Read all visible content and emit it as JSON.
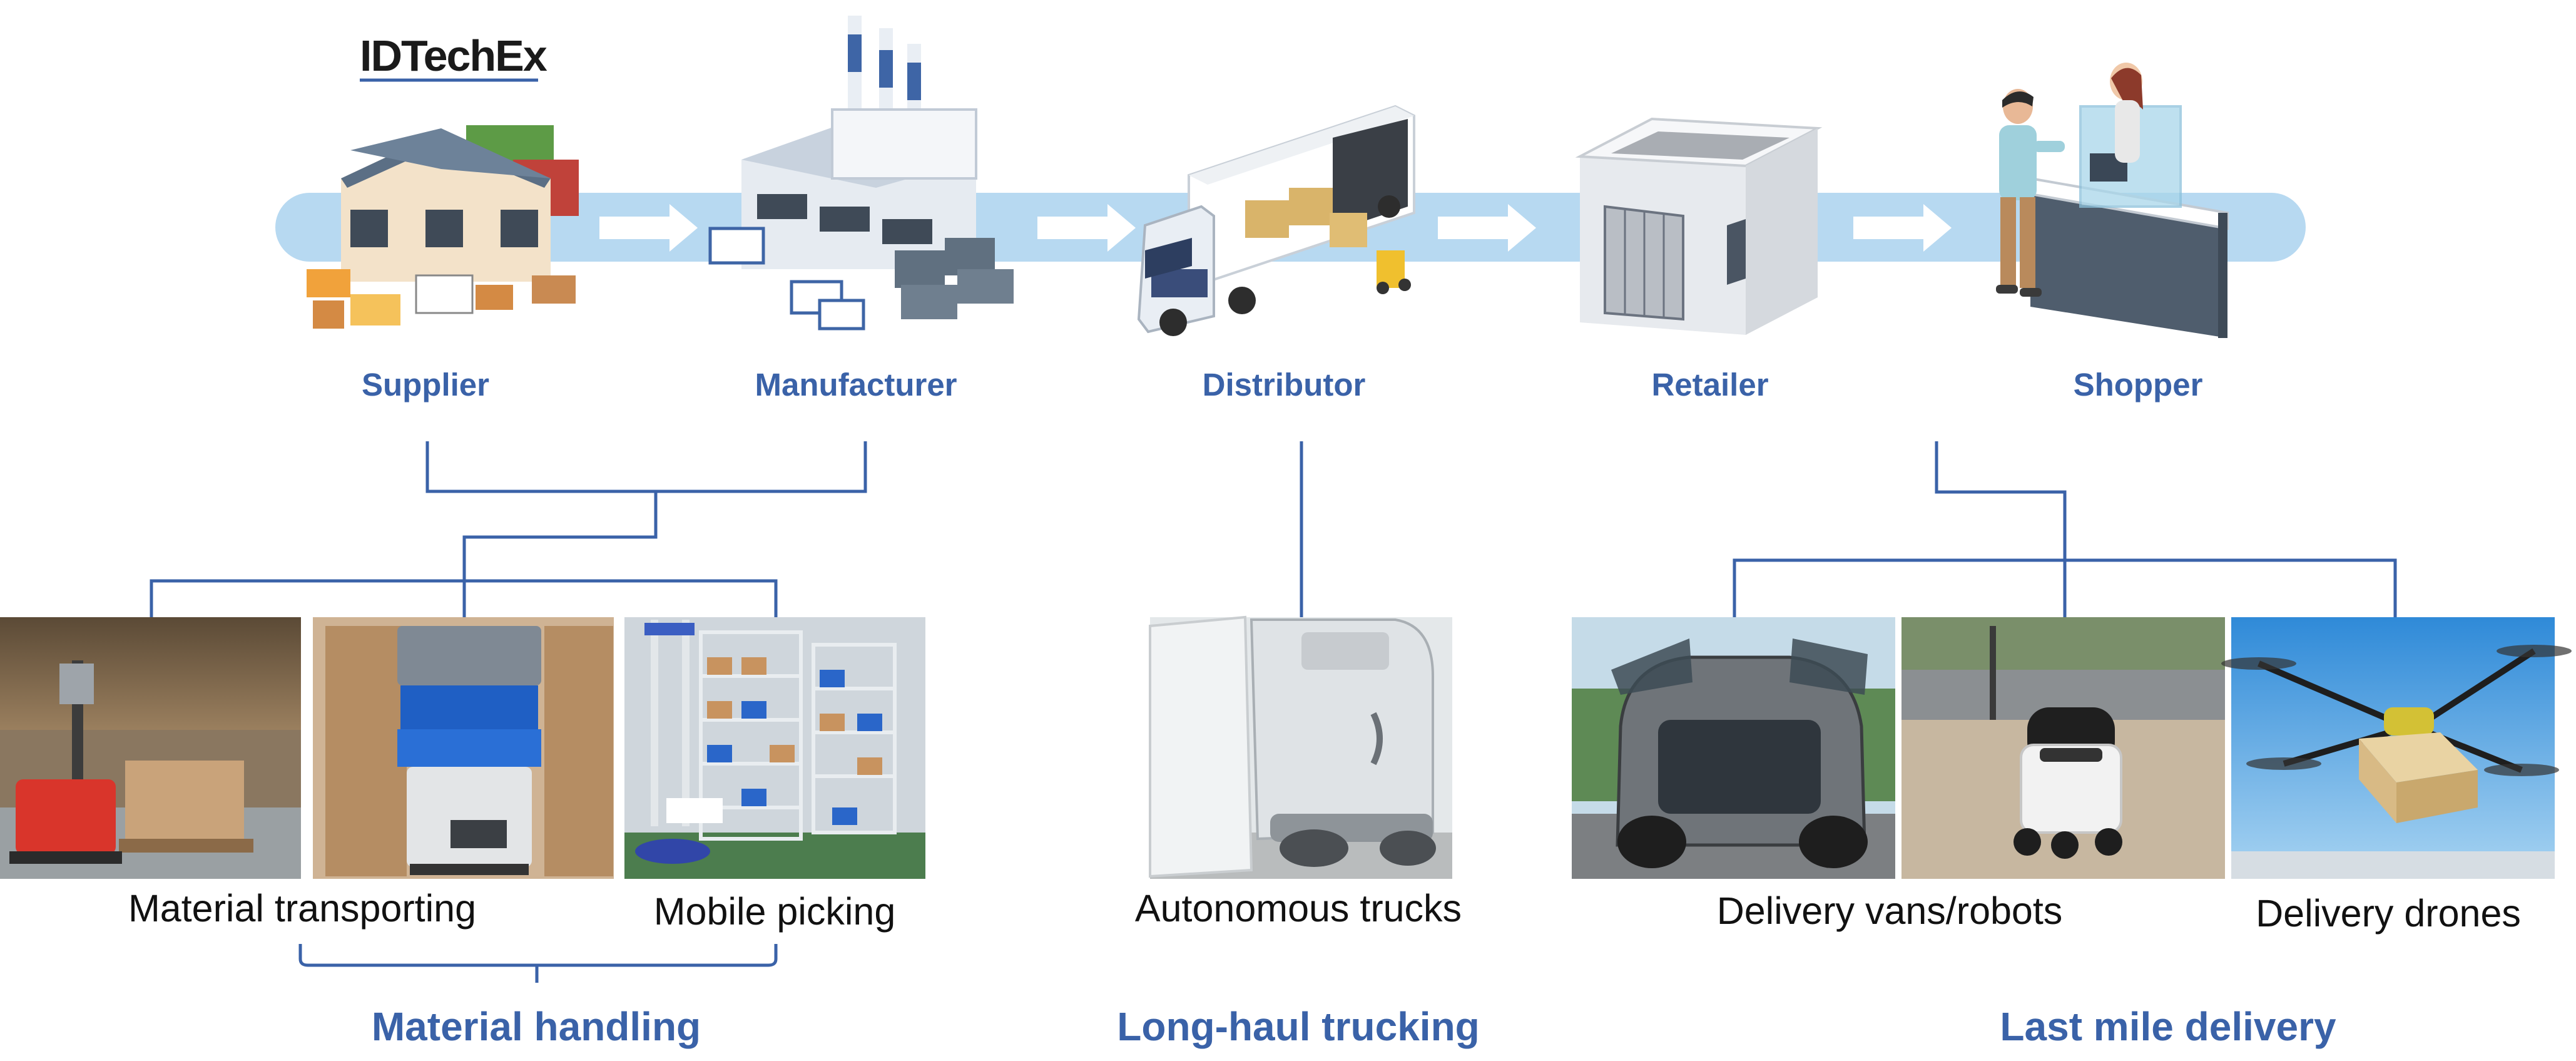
{
  "logo": {
    "text": "IDTechEx"
  },
  "colors": {
    "accent": "#3a62a8",
    "band": "#b7d9f1",
    "text": "#111111"
  },
  "stages": [
    {
      "label": "Supplier",
      "icon": "warehouse-icon"
    },
    {
      "label": "Manufacturer",
      "icon": "factory-icon"
    },
    {
      "label": "Distributor",
      "icon": "truck-icon"
    },
    {
      "label": "Retailer",
      "icon": "store-icon"
    },
    {
      "label": "Shopper",
      "icon": "checkout-counter-icon"
    }
  ],
  "photos": [
    {
      "subject": "forklift-agv"
    },
    {
      "subject": "mobile-robot-bins"
    },
    {
      "subject": "picking-robot-shelves"
    },
    {
      "subject": "autonomous-truck"
    },
    {
      "subject": "delivery-van"
    },
    {
      "subject": "sidewalk-robot"
    },
    {
      "subject": "delivery-drone"
    }
  ],
  "captions": {
    "material_transporting": "Material transporting",
    "mobile_picking": "Mobile picking",
    "autonomous_trucks": "Autonomous trucks",
    "delivery_vans_robots": "Delivery vans/robots",
    "delivery_drones": "Delivery drones"
  },
  "groups": {
    "material_handling": "Material handling",
    "long_haul_trucking": "Long-haul trucking",
    "last_mile_delivery": "Last mile delivery"
  }
}
